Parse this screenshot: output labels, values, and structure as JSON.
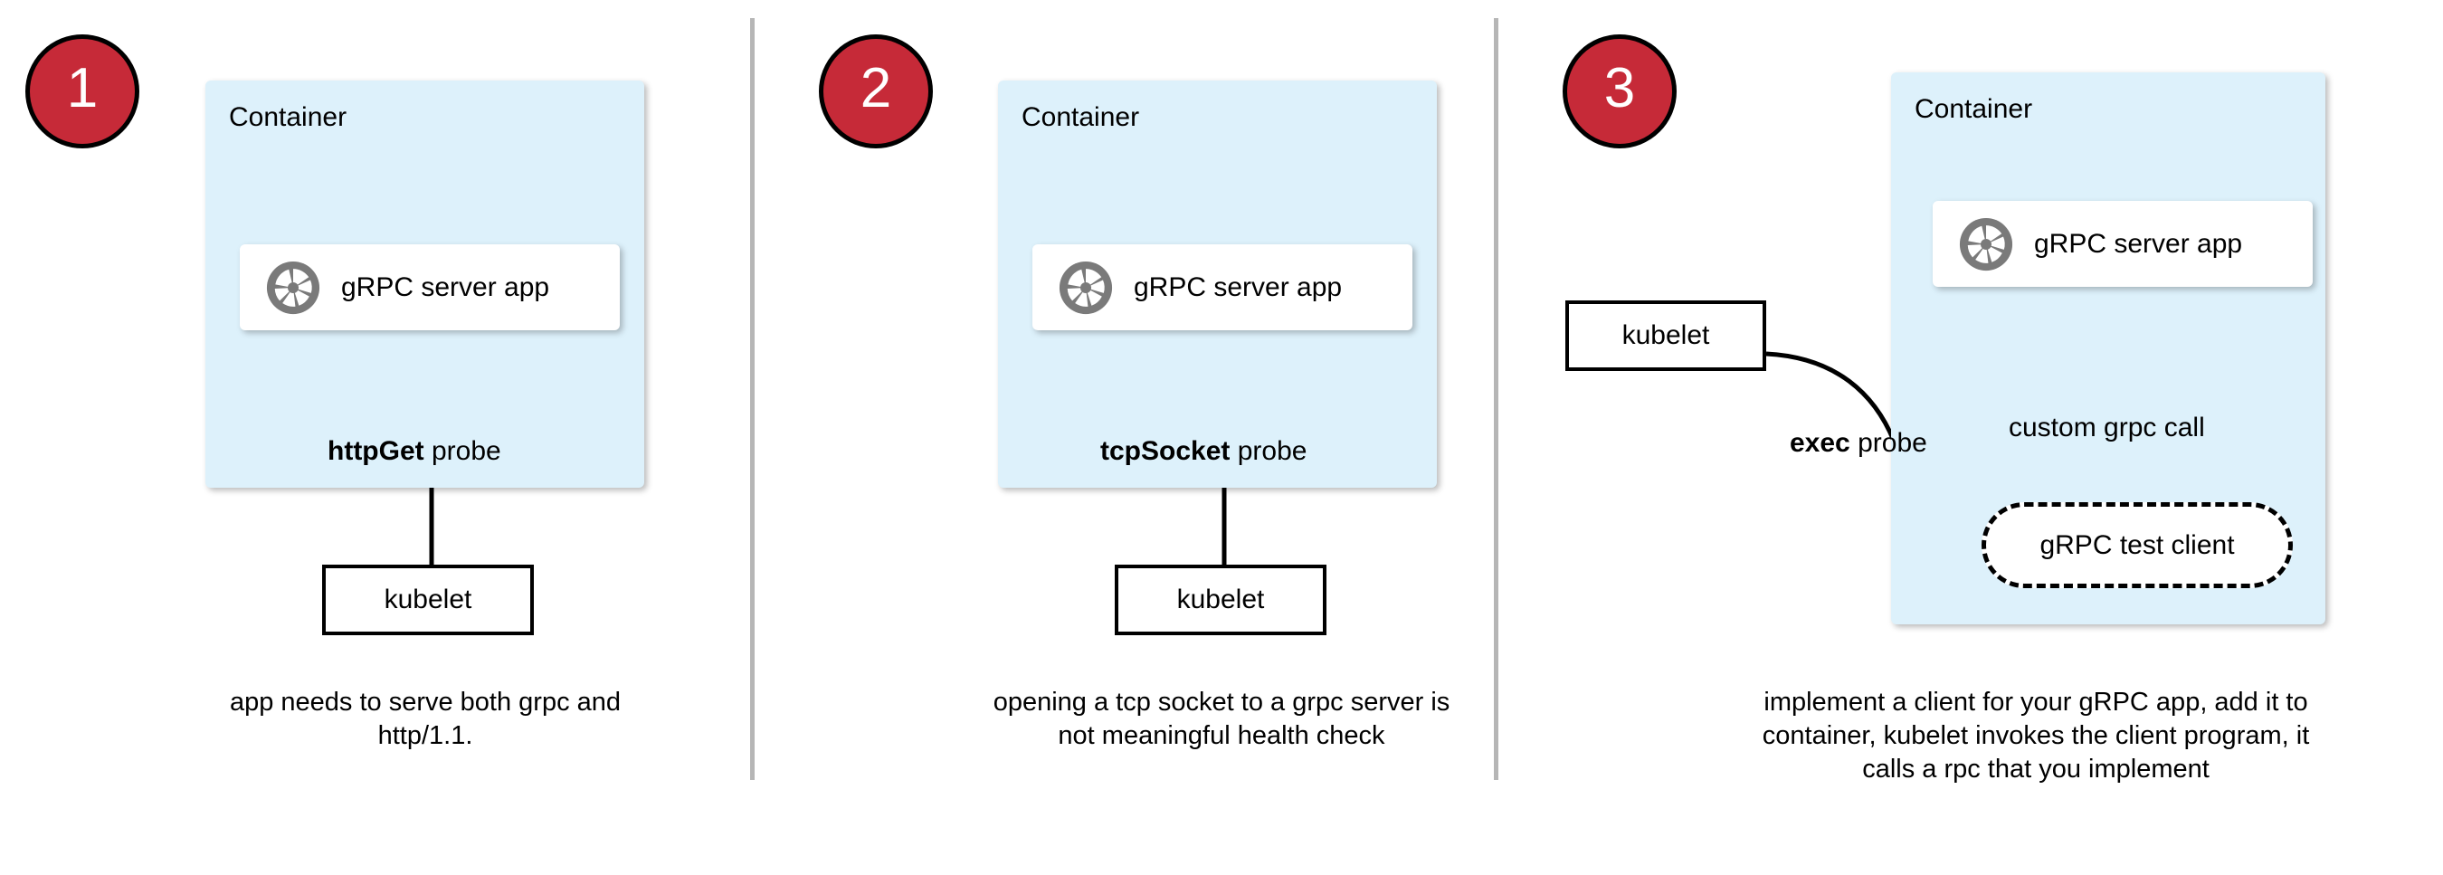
{
  "diagram": {
    "title": "gRPC health probe approaches in Kubernetes",
    "colors": {
      "badge_fill": "#c62a38",
      "badge_text": "#ffffff",
      "container_fill": "#ddf1fb",
      "app_fill": "#ffffff",
      "logo_gray": "#7a7a7a",
      "divider": "#b6b6b6",
      "stroke": "#000000"
    },
    "panels": [
      {
        "badge": "1",
        "container_label": "Container",
        "app_label": "gRPC server app",
        "app_icon": "grpc-logo-icon",
        "probe_label_bold": "httpGet",
        "probe_label_rest": " probe",
        "actor_label": "kubelet",
        "caption": "app needs to serve both grpc and http/1.1."
      },
      {
        "badge": "2",
        "container_label": "Container",
        "app_label": "gRPC server app",
        "app_icon": "grpc-logo-icon",
        "probe_label_bold": "tcpSocket",
        "probe_label_rest": " probe",
        "actor_label": "kubelet",
        "caption": "opening a tcp socket to a grpc server is not meaningful health check"
      },
      {
        "badge": "3",
        "container_label": "Container",
        "app_label": "gRPC server app",
        "app_icon": "grpc-logo-icon",
        "probe_label_bold": "exec",
        "probe_label_rest": " probe",
        "actor_label": "kubelet",
        "client_label": "gRPC test client",
        "inner_call_label": "custom grpc call",
        "caption": "implement a client for your gRPC app, add it to container, kubelet invokes the client program, it calls a rpc that you implement"
      }
    ]
  }
}
